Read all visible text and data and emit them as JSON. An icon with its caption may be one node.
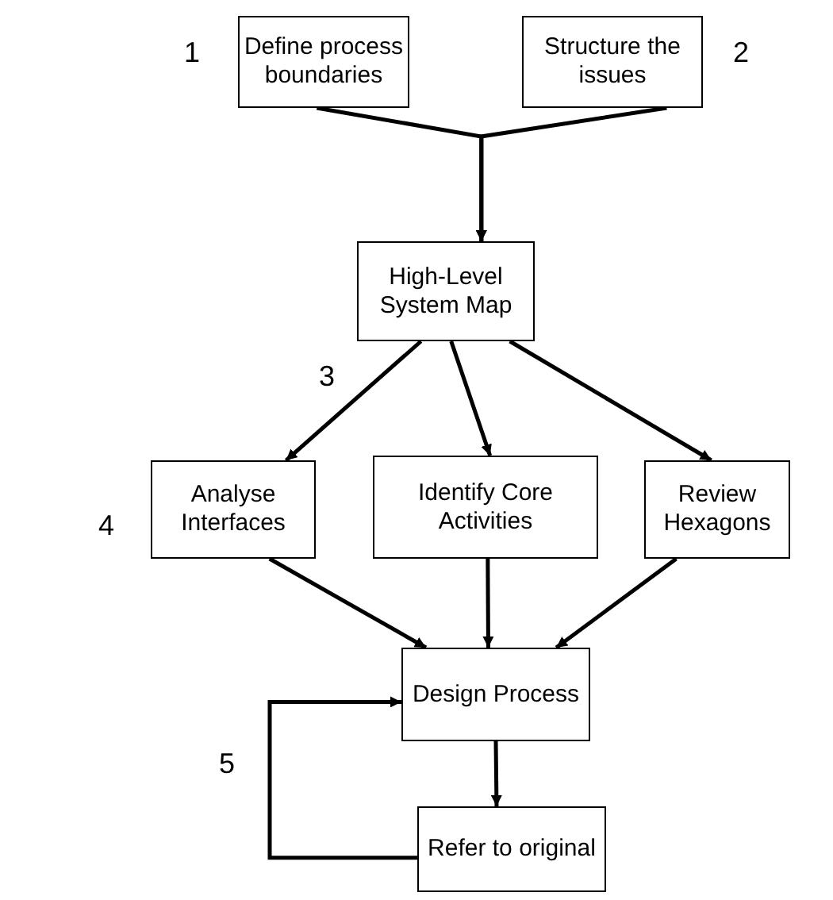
{
  "diagram": {
    "nodes": [
      {
        "text": [
          "Define process boundaries"
        ]
      },
      {
        "text": [
          "Structure the issues"
        ]
      },
      {
        "text": [
          "High-Level System Map"
        ]
      },
      {
        "text": [
          "Analyse Interfaces"
        ]
      },
      {
        "text": [
          "Identify Core Activities"
        ]
      },
      {
        "text": [
          "Review Hexagons"
        ]
      },
      {
        "text": [
          "Design Process"
        ]
      },
      {
        "text": [
          "Refer to original"
        ]
      }
    ],
    "edges": [
      {
        "from": 0,
        "to": 2,
        "arrow": "to"
      },
      {
        "from": 1,
        "to": 2,
        "arrow": "to"
      },
      {
        "from": 2,
        "to": 3,
        "arrow": "to"
      },
      {
        "from": 2,
        "to": 4,
        "arrow": "to"
      },
      {
        "from": 2,
        "to": 5,
        "arrow": "to"
      },
      {
        "from": 3,
        "to": 6,
        "arrow": "to"
      },
      {
        "from": 4,
        "to": 6,
        "arrow": "to"
      },
      {
        "from": 5,
        "to": 6,
        "arrow": "to"
      },
      {
        "from": 6,
        "to": 7,
        "arrow": "to"
      },
      {
        "from": 7,
        "to": 6,
        "arrow": "to"
      }
    ],
    "labels": [
      "1",
      "2",
      "3",
      "4",
      "5"
    ]
  }
}
